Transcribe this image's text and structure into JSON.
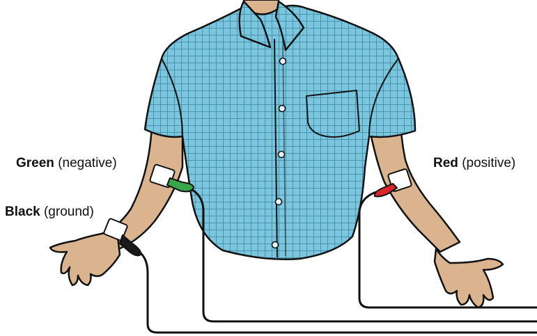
{
  "labels": {
    "green": {
      "color_name": "Green",
      "role": "(negative)"
    },
    "black": {
      "color_name": "Black",
      "role": "(ground)"
    },
    "red": {
      "color_name": "Red",
      "role": "(positive)"
    }
  },
  "colors": {
    "shirt": "#7ac6df",
    "shirt_grid": "#2a6f8a",
    "skin": "#d9b48f",
    "outline": "#111111",
    "lead_green": "#3aa64a",
    "lead_red": "#d9262a",
    "lead_black": "#1a1a1a",
    "electrode": "#ffffff"
  }
}
